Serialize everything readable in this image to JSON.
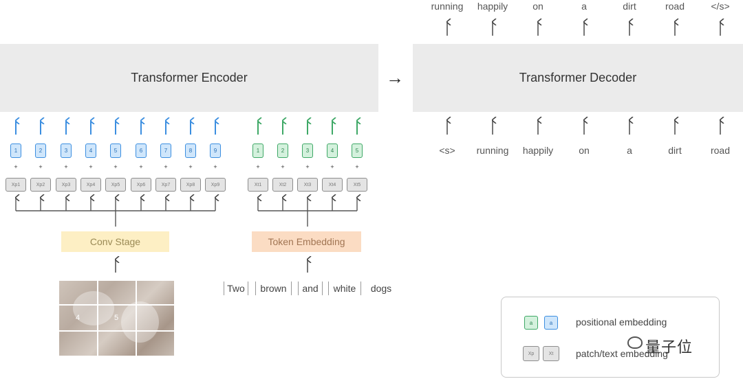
{
  "encoder": {
    "title": "Transformer Encoder"
  },
  "decoder": {
    "title": "Transformer Decoder",
    "inputs": [
      "<s>",
      "running",
      "happily",
      "on",
      "a",
      "dirt",
      "road"
    ],
    "outputs": [
      "running",
      "happily",
      "on",
      "a",
      "dirt",
      "road",
      "</s>"
    ]
  },
  "arrow_between": "→",
  "conv_stage": {
    "label": "Conv Stage"
  },
  "token_embedding": {
    "label": "Token Embedding"
  },
  "image_patches": {
    "positions": [
      "1",
      "2",
      "3",
      "4",
      "5",
      "6",
      "7",
      "8",
      "9"
    ],
    "tokens": [
      "Xp1",
      "Xp2",
      "Xp3",
      "Xp4",
      "Xp5",
      "Xp6",
      "Xp7",
      "Xp8",
      "Xp9"
    ],
    "photo_numbers": [
      "4",
      "5"
    ]
  },
  "text_tokens": {
    "positions": [
      "1",
      "2",
      "3",
      "4",
      "5"
    ],
    "tokens": [
      "Xt1",
      "Xt2",
      "Xt3",
      "Xt4",
      "Xt5"
    ],
    "words": [
      "Two",
      "brown",
      "and",
      "white",
      "dogs"
    ]
  },
  "plus_sign": "+",
  "legend": {
    "row1": {
      "chips": [
        "a",
        "a"
      ],
      "text": "positional embedding"
    },
    "row2": {
      "chips": [
        "Xp",
        "Xt"
      ],
      "text": "patch/text embedding"
    }
  },
  "watermark": {
    "text": "量子位"
  },
  "colors": {
    "block_bg": "#ebebeb",
    "arrow_blue": "#3b8ee0",
    "arrow_green": "#3ea866",
    "conv_bg": "#fdefc4",
    "token_emb_bg": "#fbdcc3"
  }
}
